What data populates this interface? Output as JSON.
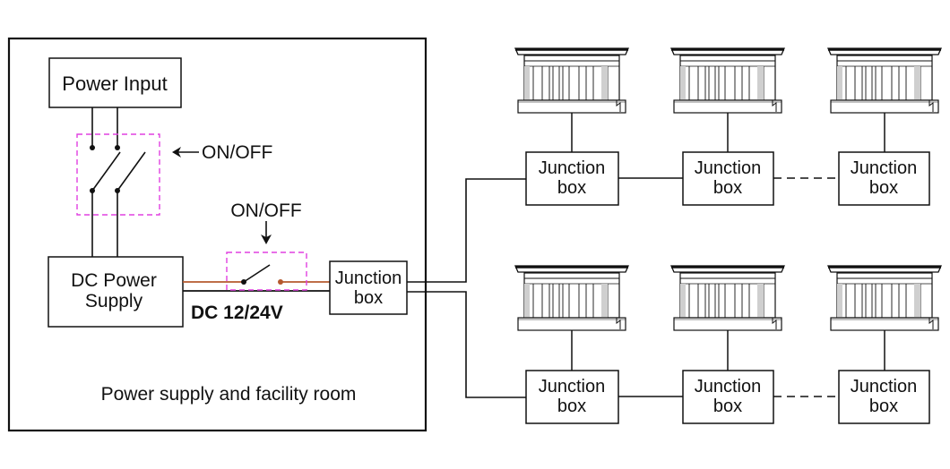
{
  "room": {
    "caption": "Power supply and facility room"
  },
  "power_input": {
    "label": "Power Input"
  },
  "main_switch": {
    "label": "ON/OFF"
  },
  "dc_power_supply": {
    "line1": "DC Power",
    "line2": "Supply"
  },
  "dc_switch": {
    "label": "ON/OFF"
  },
  "dc_voltage": {
    "label": "DC 12/24V"
  },
  "room_junction": {
    "line1": "Junction",
    "line2": "box"
  },
  "junction_row_top": [
    {
      "line1": "Junction",
      "line2": "box"
    },
    {
      "line1": "Junction",
      "line2": "box"
    },
    {
      "line1": "Junction",
      "line2": "box"
    }
  ],
  "junction_row_bottom": [
    {
      "line1": "Junction",
      "line2": "box"
    },
    {
      "line1": "Junction",
      "line2": "box"
    },
    {
      "line1": "Junction",
      "line2": "box"
    }
  ],
  "colors": {
    "line": "#111111",
    "switch_box": "#e040e0",
    "dc_wire": "#b5592e"
  }
}
